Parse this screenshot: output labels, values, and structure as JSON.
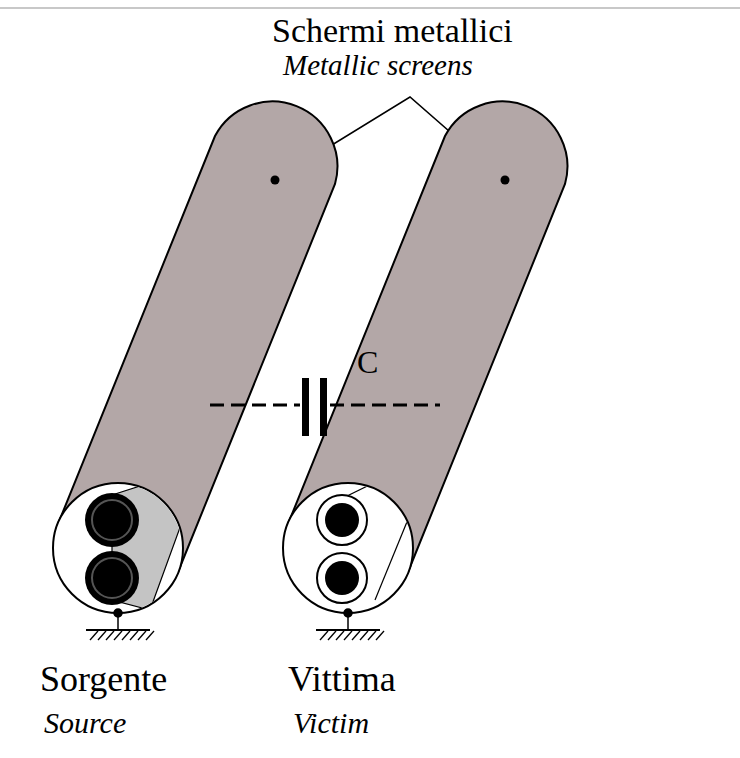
{
  "diagram": {
    "labels": [
      "Schermi metallici",
      "Metallic screens",
      "C",
      "Sorgente",
      "Source",
      "Vittima",
      "Victim"
    ]
  }
}
